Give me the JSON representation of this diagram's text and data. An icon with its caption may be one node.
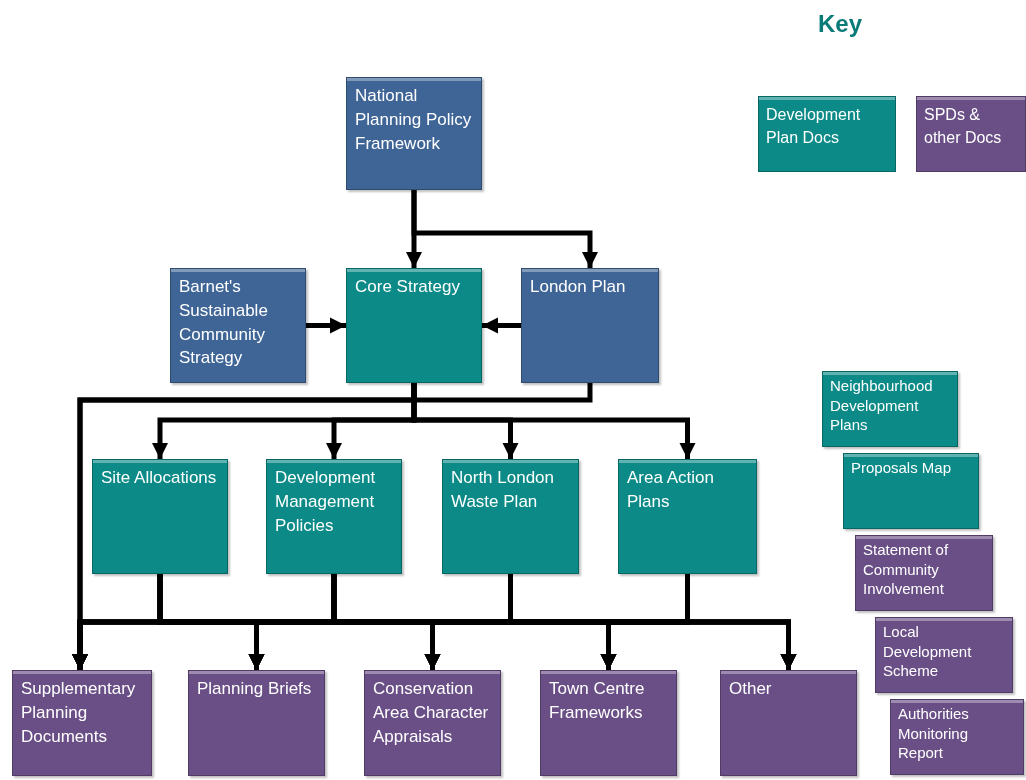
{
  "diagram": {
    "nodes": [
      {
        "text": [
          "National Planning Policy Framework"
        ]
      },
      {
        "text": [
          "Barnet's Sustainable Community Strategy"
        ]
      },
      {
        "text": [
          "Core Strategy"
        ]
      },
      {
        "text": [
          "London Plan"
        ]
      },
      {
        "text": [
          "Site Allocations"
        ]
      },
      {
        "text": [
          "Development Management Policies"
        ]
      },
      {
        "text": [
          "North London Waste Plan"
        ]
      },
      {
        "text": [
          "Area Action Plans"
        ]
      },
      {
        "text": [
          "Supplementary Planning Documents"
        ]
      },
      {
        "text": [
          "Planning Briefs"
        ]
      },
      {
        "text": [
          "Conservation Area Character Appraisals"
        ]
      },
      {
        "text": [
          "Town Centre Frameworks"
        ]
      },
      {
        "text": [
          "Other"
        ]
      },
      {
        "text": [
          "Neighbourhood Development Plans"
        ]
      },
      {
        "text": [
          "Proposals Map"
        ]
      },
      {
        "text": [
          "Statement of Community Involvement"
        ]
      },
      {
        "text": [
          "Local Development Scheme"
        ]
      },
      {
        "text": [
          "Authorities Monitoring Report"
        ]
      }
    ],
    "edges": [
      {
        "from": 0,
        "to": 2,
        "arrow": "to"
      },
      {
        "from": 0,
        "to": 3,
        "arrow": "to"
      },
      {
        "from": 1,
        "to": 2,
        "arrow": "to"
      },
      {
        "from": 3,
        "to": 2,
        "arrow": "to"
      },
      {
        "from": 2,
        "to": 8,
        "arrow": "to"
      },
      {
        "from": 3,
        "to": 8,
        "arrow": "to"
      },
      {
        "from": 2,
        "to": 4,
        "arrow": "to"
      },
      {
        "from": 2,
        "to": 5,
        "arrow": "to"
      },
      {
        "from": 2,
        "to": 6,
        "arrow": "to"
      },
      {
        "from": 2,
        "to": 7,
        "arrow": "to"
      },
      {
        "from": 4,
        "to": 8,
        "arrow": "to"
      },
      {
        "from": 4,
        "to": 9,
        "arrow": "to"
      },
      {
        "from": 4,
        "to": 10,
        "arrow": "to"
      },
      {
        "from": 4,
        "to": 11,
        "arrow": "to"
      },
      {
        "from": 4,
        "to": 12,
        "arrow": "to"
      },
      {
        "from": 5,
        "to": 8,
        "arrow": "to"
      },
      {
        "from": 5,
        "to": 9,
        "arrow": "to"
      },
      {
        "from": 5,
        "to": 10,
        "arrow": "to"
      },
      {
        "from": 5,
        "to": 11,
        "arrow": "to"
      },
      {
        "from": 5,
        "to": 12,
        "arrow": "to"
      },
      {
        "from": 6,
        "to": 8,
        "arrow": "to"
      },
      {
        "from": 6,
        "to": 9,
        "arrow": "to"
      },
      {
        "from": 6,
        "to": 10,
        "arrow": "to"
      },
      {
        "from": 6,
        "to": 11,
        "arrow": "to"
      },
      {
        "from": 6,
        "to": 12,
        "arrow": "to"
      },
      {
        "from": 7,
        "to": 8,
        "arrow": "to"
      },
      {
        "from": 7,
        "to": 9,
        "arrow": "to"
      },
      {
        "from": 7,
        "to": 10,
        "arrow": "to"
      },
      {
        "from": 7,
        "to": 11,
        "arrow": "to"
      },
      {
        "from": 7,
        "to": 12,
        "arrow": "to"
      }
    ],
    "labels": [
      "Key"
    ],
    "legend": [
      {
        "text": "Development Plan Docs",
        "color": "#0b8a87"
      },
      {
        "text": "SPDs & other Docs",
        "color": "#6a4f86"
      }
    ]
  }
}
